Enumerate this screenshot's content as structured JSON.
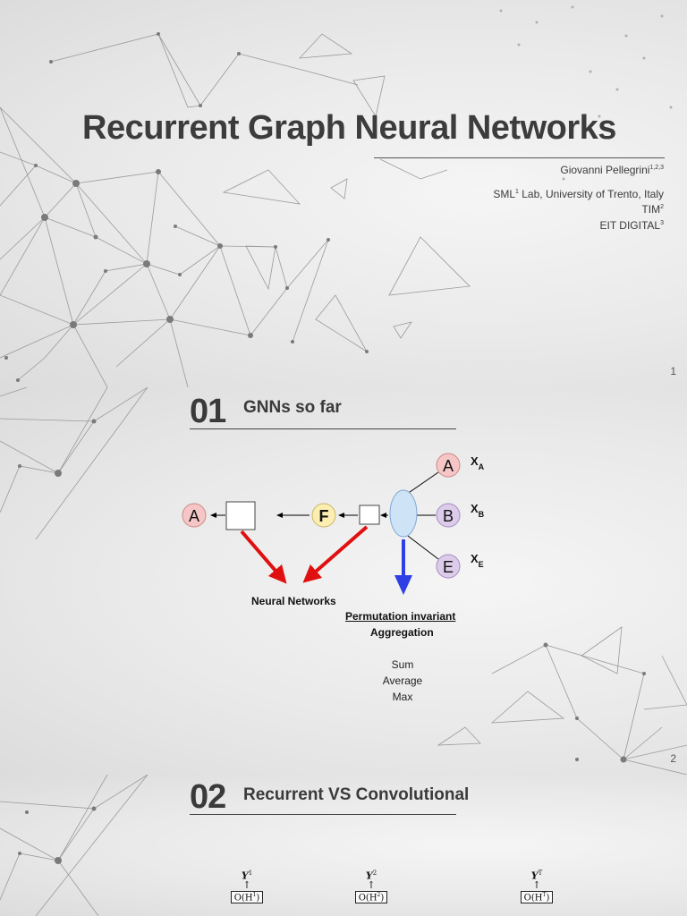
{
  "slide1": {
    "title": "Recurrent Graph Neural Networks",
    "author_name": "Giovanni Pellegrini",
    "author_sup": "1,2,3",
    "aff1_pre": "SML",
    "aff1_sup": "1",
    "aff1_post": " Lab, University of Trento, Italy",
    "aff2": "TIM",
    "aff2_sup": "2",
    "aff3": "EIT DIGITAL",
    "aff3_sup": "3",
    "page_number": "1"
  },
  "slide2": {
    "section_number": "01",
    "section_title": "GNNs so far",
    "node_a_left": "A",
    "node_f": "F",
    "node_a_right": "A",
    "node_b": "B",
    "node_e": "E",
    "label_xa": "X",
    "label_xa_sub": "A",
    "label_xb": "X",
    "label_xb_sub": "B",
    "label_xe": "X",
    "label_xe_sub": "E",
    "neural_networks": "Neural Networks",
    "perm_invariant": "Permutation invariant",
    "aggregation": "Aggregation",
    "agg_ops": [
      "Sum",
      "Average",
      "Max"
    ],
    "page_number": "2",
    "colors": {
      "red_arrow": "#e01010",
      "blue_arrow": "#2f3fe6",
      "node_red": "#f6c6c6",
      "node_yellow": "#fbeeb0",
      "node_purple": "#dcccea",
      "agg_fill": "#cfe3f7"
    }
  },
  "slide3": {
    "section_number": "02",
    "section_title": "Recurrent VS Convolutional",
    "outputs": [
      {
        "y": "Y",
        "y_sup": "1",
        "box": "O(H",
        "box_sup": "1",
        "box_end": ")"
      },
      {
        "y": "Y",
        "y_sup": "2",
        "box": "O(H",
        "box_sup": "2",
        "box_end": ")"
      },
      {
        "y": "Y",
        "y_sup": "T",
        "box": "O(H",
        "box_sup": "T",
        "box_end": ")"
      }
    ]
  }
}
